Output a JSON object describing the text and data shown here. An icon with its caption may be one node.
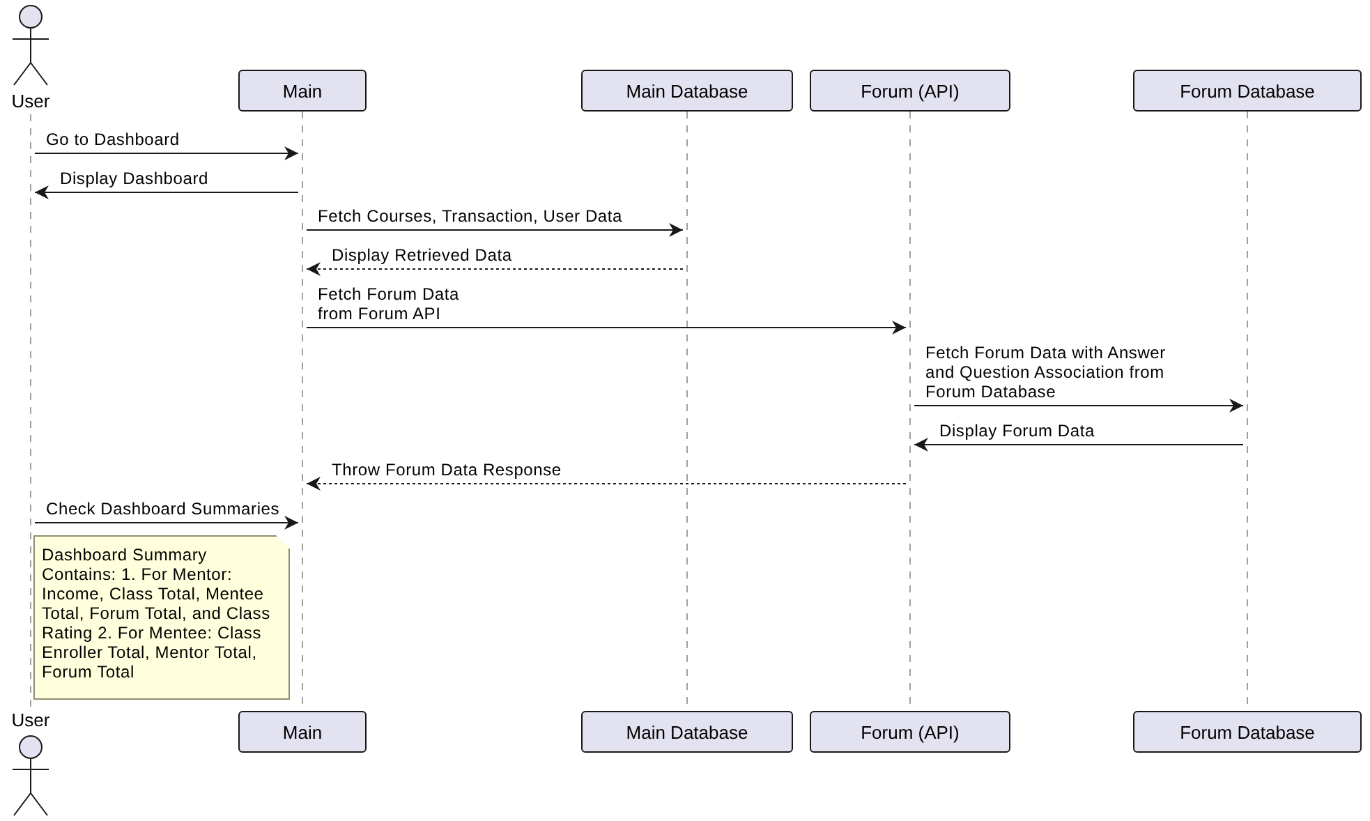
{
  "diagram": {
    "nodes": [
      {
        "text": [
          "User"
        ]
      },
      {
        "text": [
          "Main"
        ]
      },
      {
        "text": [
          "Main Database"
        ]
      },
      {
        "text": [
          "Forum (API)"
        ]
      },
      {
        "text": [
          "Forum Database"
        ]
      },
      {
        "text": [
          "User"
        ]
      },
      {
        "text": [
          "Main"
        ]
      },
      {
        "text": [
          "Main Database"
        ]
      },
      {
        "text": [
          "Forum (API)"
        ]
      },
      {
        "text": [
          "Forum Database"
        ]
      },
      {
        "text": [
          "Dashboard Summary Contains: 1. For Mentor: Income, Class Total, Mentee Total, Forum Total, and Class Rating 2. For Mentee: Class Enroller Total, Mentor Total, Forum Total"
        ]
      },
      {
        "text": [],
        "shape": "line"
      },
      {
        "text": [],
        "shape": "line"
      },
      {
        "text": [],
        "shape": "line"
      },
      {
        "text": [],
        "shape": "line"
      },
      {
        "text": [],
        "shape": "line"
      }
    ],
    "edges": [
      {
        "from": 11,
        "to": 12,
        "arrow": "to",
        "label": "Go to Dashboard"
      },
      {
        "from": 12,
        "to": 11,
        "arrow": "to",
        "label": "Display Dashboard"
      },
      {
        "from": 12,
        "to": 13,
        "arrow": "to",
        "label": "Fetch Courses, Transaction, User Data"
      },
      {
        "from": 13,
        "to": 12,
        "arrow": "to",
        "label": "Display Retrieved Data",
        "style": "dashed"
      },
      {
        "from": 12,
        "to": 14,
        "arrow": "to",
        "label": "Fetch Forum Data from Forum API"
      },
      {
        "from": 14,
        "to": 15,
        "arrow": "to",
        "label": "Fetch Forum Data with Answer and Question Association from Forum Database"
      },
      {
        "from": 15,
        "to": 14,
        "arrow": "to",
        "label": "Display Forum Data"
      },
      {
        "from": 14,
        "to": 12,
        "arrow": "to",
        "label": "Throw Forum Data Response",
        "style": "dashed"
      },
      {
        "from": 11,
        "to": 12,
        "arrow": "to",
        "label": "Check Dashboard Summaries"
      }
    ]
  }
}
